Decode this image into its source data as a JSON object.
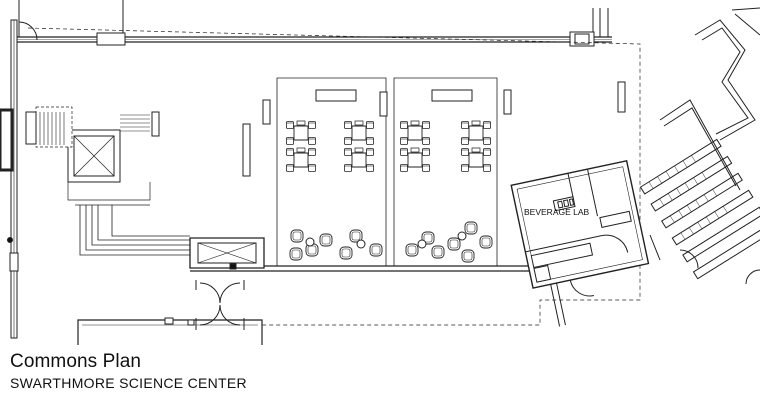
{
  "title": "Commons Plan",
  "subtitle": "SWARTHMORE SCIENCE CENTER",
  "rooms": {
    "beverage_lab": "BEVERAGE LAB"
  }
}
